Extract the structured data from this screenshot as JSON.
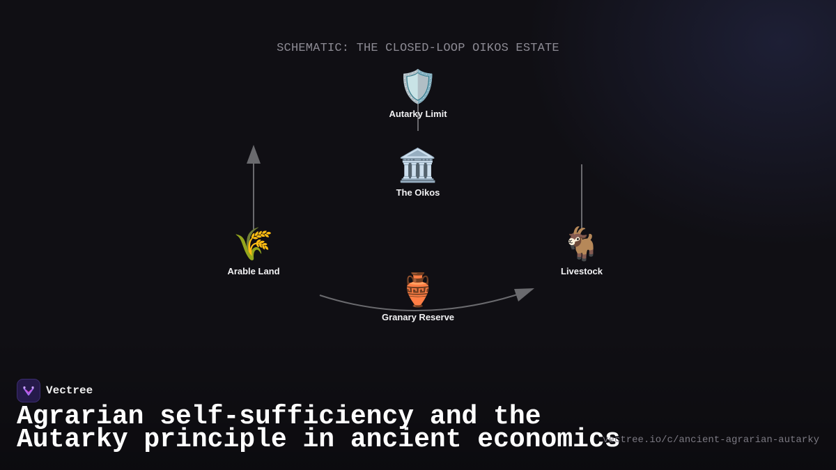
{
  "diagram": {
    "title": "SCHEMATIC: THE CLOSED-LOOP OIKOS ESTATE",
    "nodes": {
      "autarky_limit": {
        "icon": "shield-icon",
        "glyph": "🛡️",
        "label": "Autarky Limit"
      },
      "oikos": {
        "icon": "classical-building-icon",
        "glyph": "🏛️",
        "label": "The Oikos"
      },
      "arable_land": {
        "icon": "wheat-sheaf-icon",
        "glyph": "🌾",
        "label": "Arable Land"
      },
      "livestock": {
        "icon": "goat-icon",
        "glyph": "🐐",
        "label": "Livestock"
      },
      "granary_reserve": {
        "icon": "amphora-icon",
        "glyph": "🏺",
        "label": "Granary Reserve"
      }
    },
    "connector_color": "#6a6a6e"
  },
  "brand": {
    "name": "Vectree",
    "logo_icon": "vectree-logo-icon",
    "accent": "#8a5cf6"
  },
  "headline": {
    "line1": "Agrarian self-sufficiency and the",
    "line2": "Autarky principle in ancient economics"
  },
  "url": "vectree.io/c/ancient-agrarian-autarky"
}
